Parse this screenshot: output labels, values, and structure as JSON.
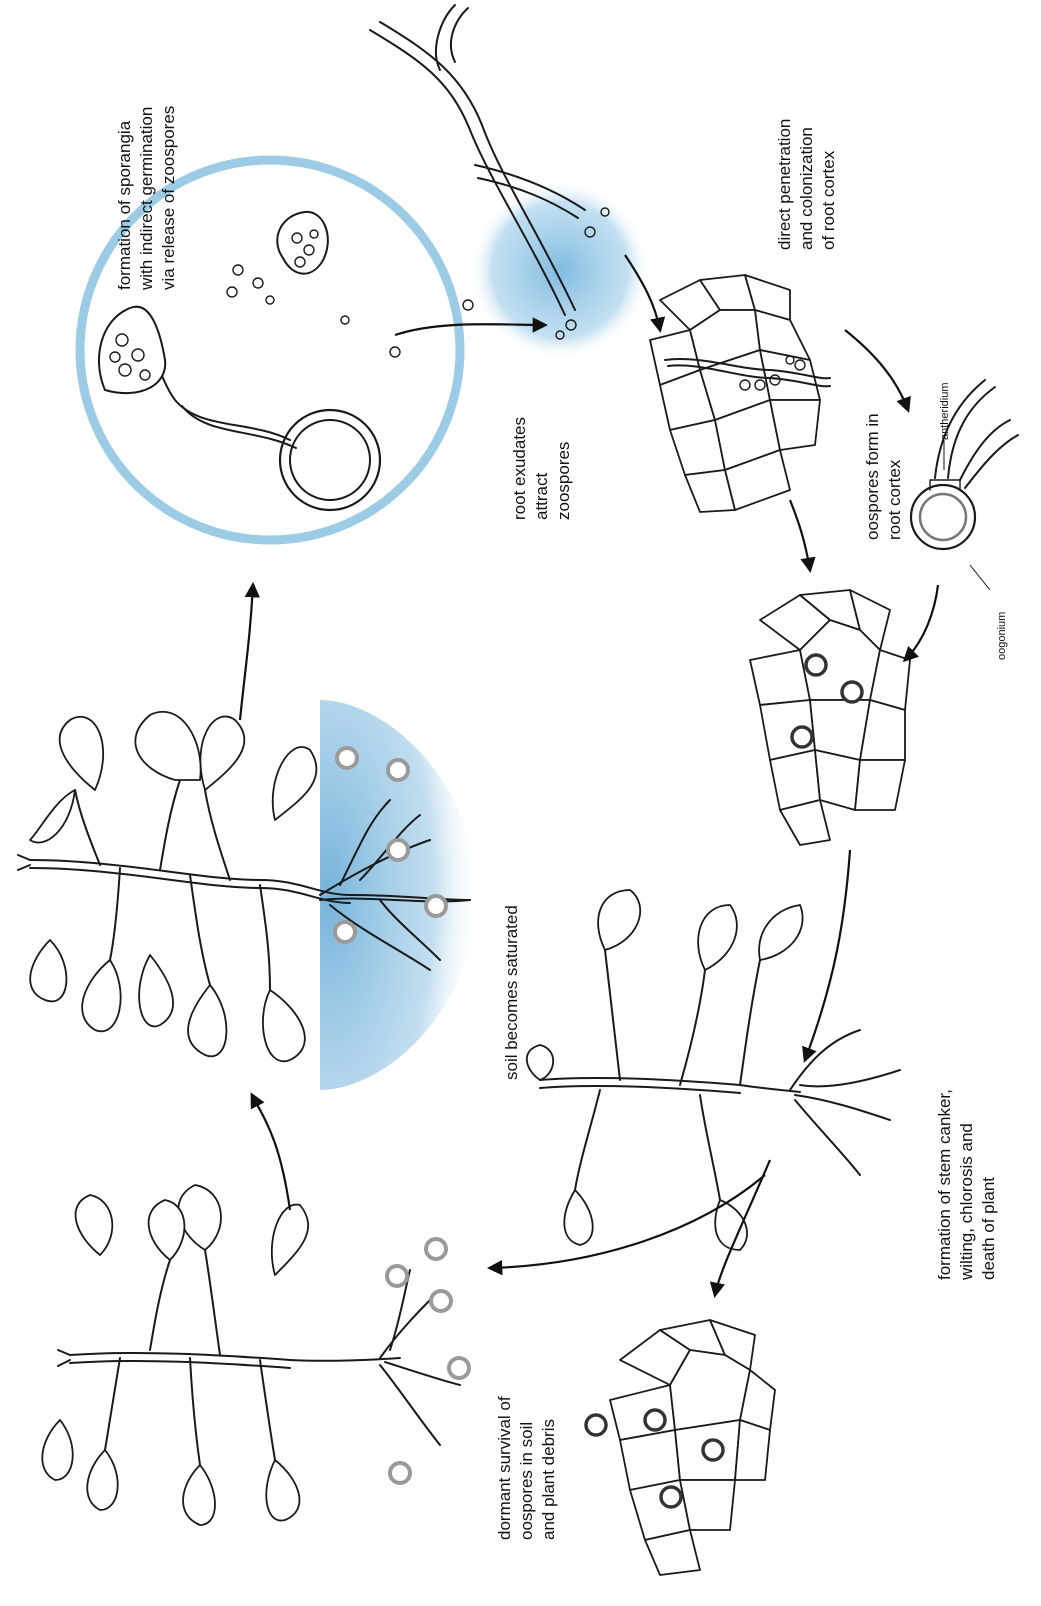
{
  "labels": {
    "formation_sporangia": [
      "formation of sporangia",
      "with indirect germination",
      "via release of zoospores"
    ],
    "root_exudates": [
      "root exudates",
      "attract",
      "zoospores"
    ],
    "direct_penetration": [
      "direct penetration",
      "and colonization",
      "of root cortex"
    ],
    "oospores_form": [
      "oospores form in",
      "root cortex"
    ],
    "antheridium": "antheridium",
    "oogonium": "oogonium",
    "soil_saturated": "soil becomes saturated",
    "stem_canker": [
      "formation of stem canker,",
      "wilting, chlorosis and",
      "death of plant"
    ],
    "dormant_survival": [
      "dormant survival of",
      "oospores in soil",
      "and plant debris"
    ]
  },
  "colors": {
    "water_blue": "#8fc3e2",
    "ring_blue": "#9ccbe6",
    "ink": "#1a1a1a",
    "spore_grey": "#9a9a9a"
  }
}
